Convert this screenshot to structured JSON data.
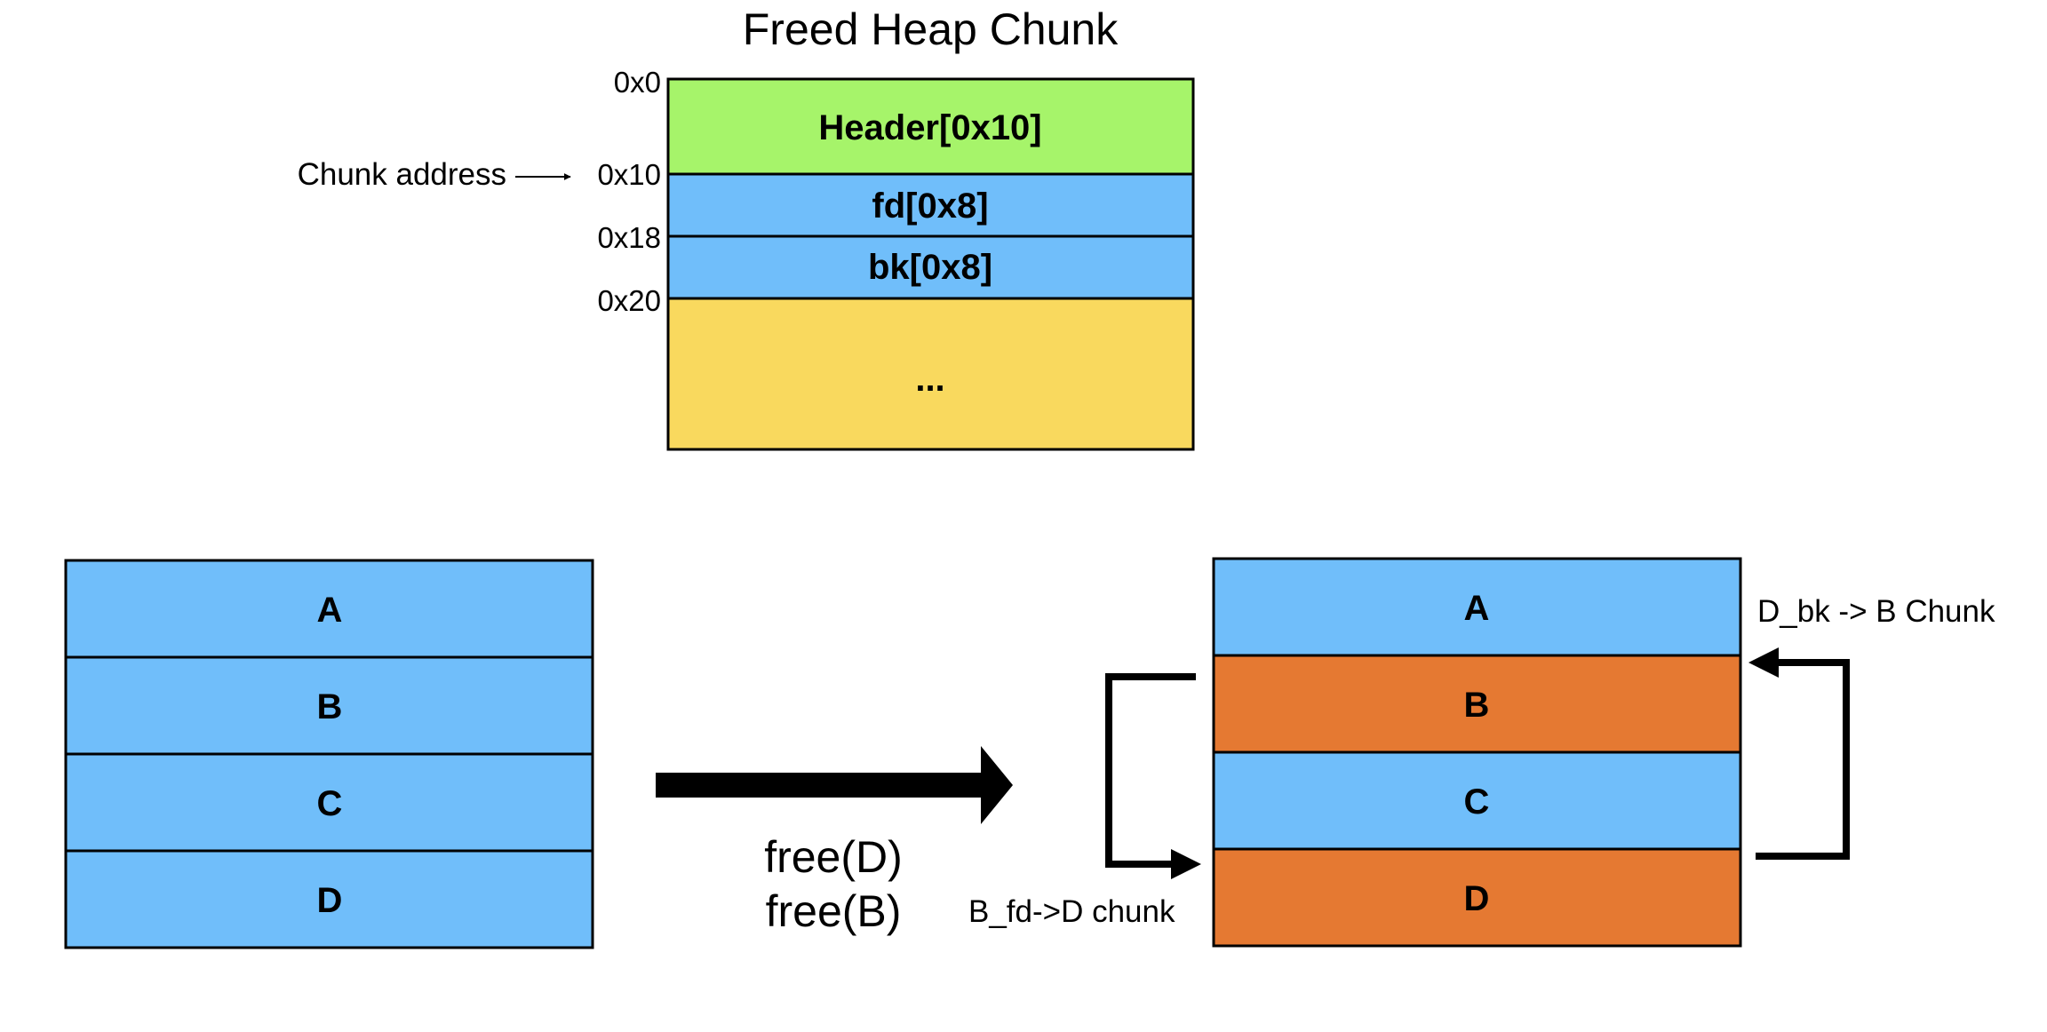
{
  "title": "Freed Heap Chunk",
  "chunk": {
    "offsets": [
      "0x0",
      "0x10",
      "0x18",
      "0x20"
    ],
    "chunk_address_label": "Chunk address",
    "fields": [
      {
        "label": "Header[0x10]",
        "color": "#a6f46a"
      },
      {
        "label": "fd[0x8]",
        "color": "#70befa"
      },
      {
        "label": "bk[0x8]",
        "color": "#70befa"
      },
      {
        "label": "...",
        "color": "#f9d95e"
      }
    ]
  },
  "before": {
    "blocks": [
      {
        "label": "A",
        "color": "#70befa"
      },
      {
        "label": "B",
        "color": "#70befa"
      },
      {
        "label": "C",
        "color": "#70befa"
      },
      {
        "label": "D",
        "color": "#70befa"
      }
    ]
  },
  "operations": [
    "free(D)",
    "free(B)"
  ],
  "after": {
    "blocks": [
      {
        "label": "A",
        "color": "#70befa"
      },
      {
        "label": "B",
        "color": "#e57932"
      },
      {
        "label": "C",
        "color": "#70befa"
      },
      {
        "label": "D",
        "color": "#e57932"
      }
    ],
    "fd_label": "B_fd->D chunk",
    "bk_label": "D_bk -> B Chunk"
  }
}
